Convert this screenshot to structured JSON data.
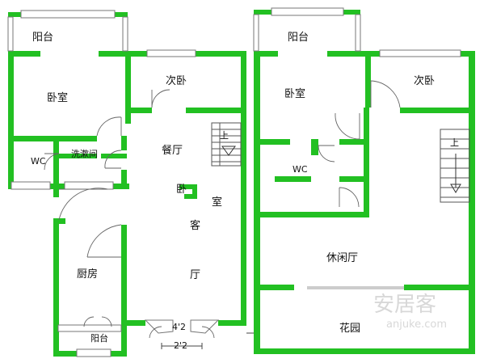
{
  "left_unit": {
    "rooms": {
      "balcony_top": "阳台",
      "bedroom": "卧室",
      "second_bedroom": "次卧",
      "dining": "餐厅",
      "wc": "WC",
      "washroom": "洗漱间",
      "living_1": "客",
      "living_2": "厅",
      "kitchen": "厨房",
      "balcony_bottom": "阳台",
      "room_fragment_1": "卧",
      "room_fragment_2": "室"
    },
    "stair_label": "上",
    "dimensions": {
      "bay_width": "4'2",
      "inner_width": "2'2"
    }
  },
  "right_unit": {
    "rooms": {
      "balcony_top": "阳台",
      "bedroom": "卧室",
      "second_bedroom": "次卧",
      "wc": "WC",
      "lounge": "休闲厅",
      "garden": "花园"
    },
    "stair_label": "上"
  },
  "watermark": {
    "brand": "安居客",
    "site": "anjuke.com"
  },
  "colors": {
    "wall": "#22c022",
    "door_line": "#666666",
    "text": "#111111"
  }
}
